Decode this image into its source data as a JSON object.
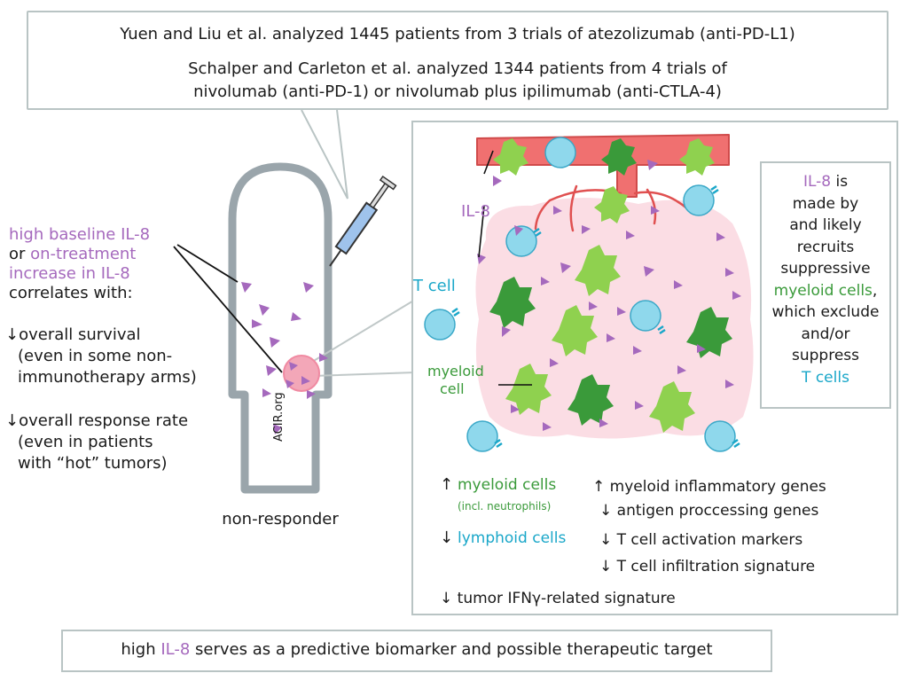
{
  "top_box": {
    "line1": "Yuen and Liu et al. analyzed 1445 patients from 3 trials of atezolizumab (anti-PD-L1)",
    "line2": "Schalper and Carleton et al. analyzed 1344 patients from 4  trials of",
    "line3": "nivolumab (anti-PD-1) or nivolumab plus ipilimumab (anti-CTLA-4)"
  },
  "left": {
    "l1": "high baseline IL-8",
    "l2_prefix": "or ",
    "l2_highlight": "on-treatment",
    "l3": "increase in IL-8",
    "l4": "correlates with:",
    "survival_1": "↓overall survival",
    "survival_2": "(even in some non-",
    "survival_3": "immunotherapy arms)",
    "response_1": "↓overall response rate",
    "response_2": "(even in patients",
    "response_3": "with “hot” tumors)"
  },
  "body_figure": {
    "watermark": "ACIR.org",
    "caption": "non-responder"
  },
  "zoom": {
    "il8_label": "IL-8",
    "tcell_label": "T cell",
    "myeloid_label_1": "myeloid",
    "myeloid_label_2": "cell"
  },
  "right_box": {
    "l1": "IL-8",
    "l1_suffix": " is",
    "l2": "made by",
    "l3": "and likely",
    "l4": "recruits",
    "l5": "suppressive",
    "l6": "myeloid cells",
    "l6_suffix": ",",
    "l7": "which exclude",
    "l8": "and/or",
    "l9": "suppress",
    "l10": "T cells"
  },
  "findings": {
    "myeloid_arrow": "↑",
    "myeloid_cells": "myeloid cells",
    "neutrophils": "(incl. neutrophils)",
    "lymphoid_arrow": "↓",
    "lymphoid_cells": "lymphoid cells",
    "g1": "↑ myeloid inflammatory genes",
    "g2": "↓ antigen proccessing genes",
    "g3": "↓ T cell activation markers",
    "g4": "↓ T cell infiltration signature",
    "g5": "↓ tumor IFNγ-related signature"
  },
  "bottom_box": {
    "prefix": "high ",
    "il8": "IL-8",
    "suffix": " serves as a  predictive biomarker and possible therapeutic target"
  },
  "colors": {
    "purple": "#a569bd",
    "dark_green": "#3a9a3a",
    "light_green": "#8fd14f",
    "cyan": "#1aa7c9",
    "tumor_pink": "#fbdde4",
    "vessel_red": "#f07070"
  }
}
